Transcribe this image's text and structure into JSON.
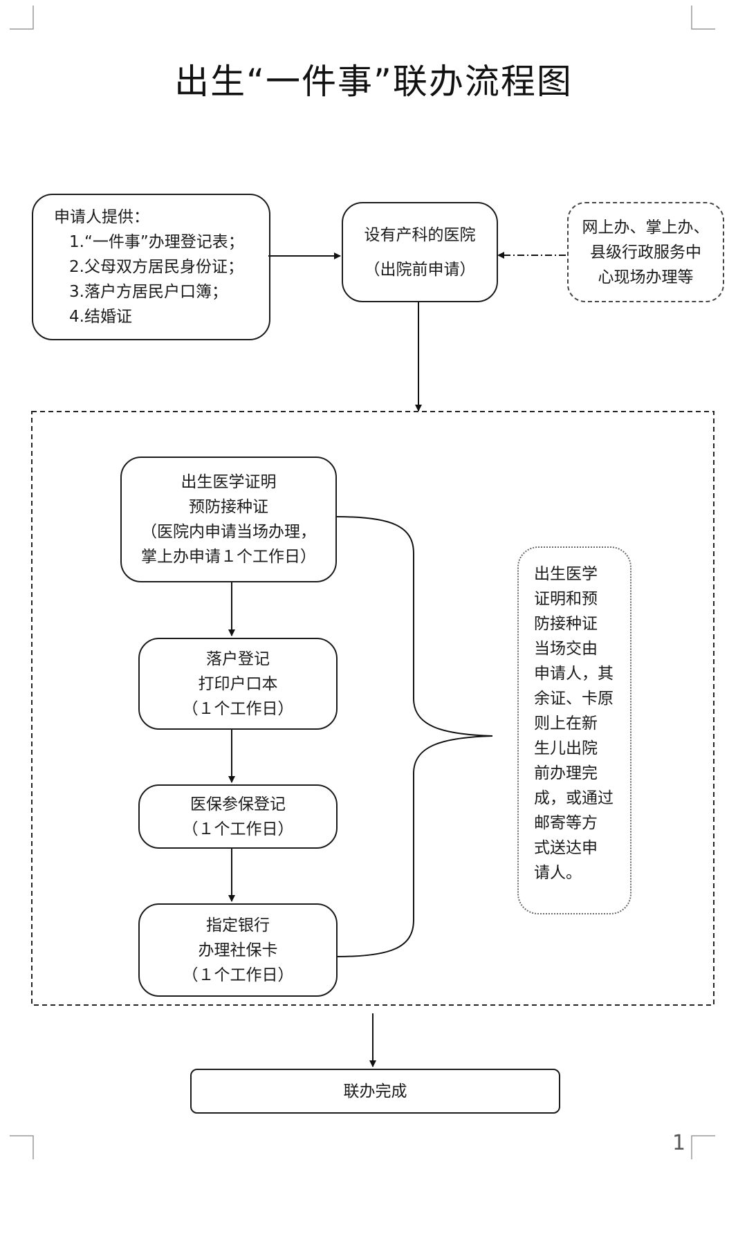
{
  "title": "出生“一件事”联办流程图",
  "applicant": {
    "heading": "申请人提供：",
    "items": [
      "1.“一件事”办理登记表；",
      "2.父母双方居民身份证；",
      "3.落户方居民户口簿；",
      "4.结婚证"
    ]
  },
  "hospital": {
    "line1": "设有产科的医院",
    "line2": "（出院前申请）"
  },
  "channels": {
    "lines": [
      "网上办、掌上办、",
      "县级行政服务中",
      "心现场办理等"
    ]
  },
  "steps": [
    {
      "lines": [
        "出生医学证明",
        "预防接种证",
        "（医院内申请当场办理，",
        "掌上办申请１个工作日）"
      ]
    },
    {
      "lines": [
        "落户登记",
        "打印户口本",
        "（１个工作日）"
      ]
    },
    {
      "lines": [
        "医保参保登记",
        "（１个工作日）"
      ]
    },
    {
      "lines": [
        "指定银行",
        "办理社保卡",
        "（１个工作日）"
      ]
    }
  ],
  "note": {
    "lines": [
      "出生医学",
      "证明和预",
      "防接种证",
      "当场交由",
      "申请人，其",
      "余证、卡原",
      "则上在新",
      "生儿出院",
      "前办理完",
      "成，或通过",
      "邮寄等方",
      "式送达申",
      "请人。"
    ]
  },
  "final": {
    "label": "联办完成"
  },
  "page_number": "1"
}
